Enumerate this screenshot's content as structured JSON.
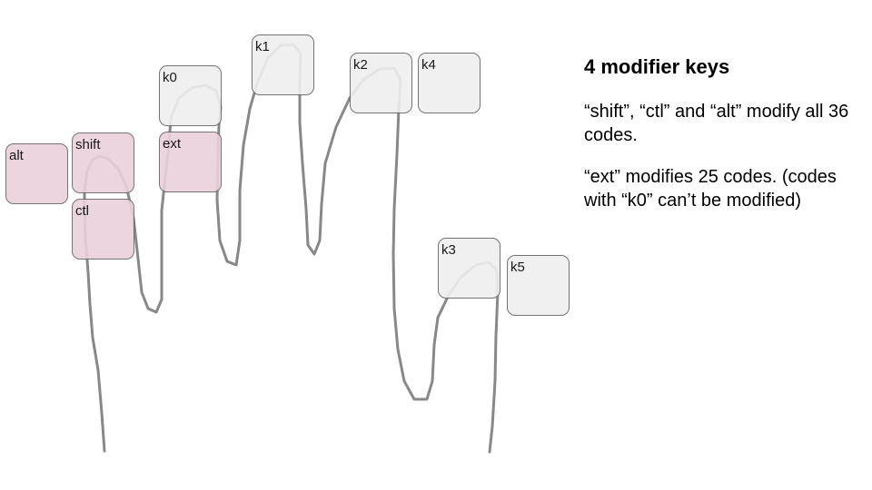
{
  "keys": {
    "alt": {
      "label": "alt",
      "kind": "modifier"
    },
    "shift": {
      "label": "shift",
      "kind": "modifier"
    },
    "ctl": {
      "label": "ctl",
      "kind": "modifier"
    },
    "ext": {
      "label": "ext",
      "kind": "modifier"
    },
    "k0": {
      "label": "k0",
      "kind": "key"
    },
    "k1": {
      "label": "k1",
      "kind": "key"
    },
    "k2": {
      "label": "k2",
      "kind": "key"
    },
    "k3": {
      "label": "k3",
      "kind": "key"
    },
    "k4": {
      "label": "k4",
      "kind": "key"
    },
    "k5": {
      "label": "k5",
      "kind": "key"
    }
  },
  "panel": {
    "title": "4 modifier keys",
    "paragraph1": "“shift”, “ctl” and “alt” modify all 36 codes.",
    "paragraph2": "“ext” modifies 25 codes. (codes with “k0” can’t be modified)"
  },
  "colors": {
    "modifier_fill": "#ead1dc",
    "key_fill": "#efefef",
    "key_border": "#666666",
    "hand_outline": "#888888"
  }
}
